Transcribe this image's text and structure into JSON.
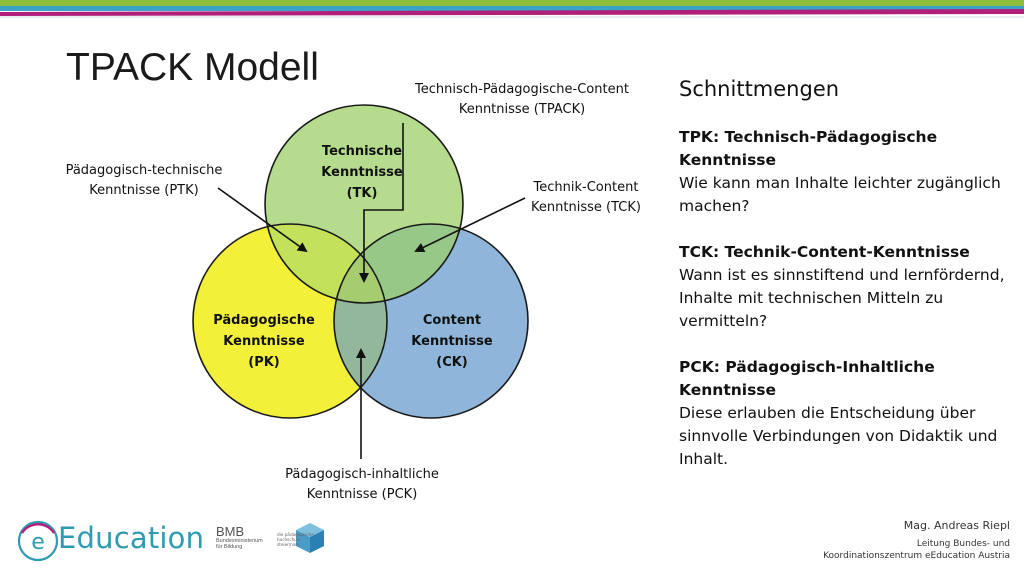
{
  "slide": {
    "title": "TPACK Modell"
  },
  "diagram": {
    "circles": [
      {
        "id": "tk",
        "lines": [
          "Technische",
          "Kenntnisse",
          "(TK)"
        ],
        "color": "#b5dc8c"
      },
      {
        "id": "pk",
        "lines": [
          "Pädagogische",
          "Kenntnisse",
          "(PK)"
        ],
        "color": "#f3f03a"
      },
      {
        "id": "ck",
        "lines": [
          "Content",
          "Kenntnisse",
          "(CK)"
        ],
        "color": "#8fb5da"
      }
    ],
    "labels": {
      "tpack": [
        "Technisch-Pädagogische-Content",
        "Kenntnisse (TPACK)"
      ],
      "ptk": [
        "Pädagogisch-technische",
        "Kenntnisse (PTK)"
      ],
      "tck": [
        "Technik-Content",
        "Kenntnisse (TCK)"
      ],
      "pck": [
        "Pädagogisch-inhaltliche",
        "Kenntnisse (PCK)"
      ]
    }
  },
  "sidebar": {
    "heading": "Schnittmengen",
    "items": [
      {
        "head": "TPK: Technisch-Pädagogische Kenntnisse",
        "lines": [
          "Wie kann man Inhalte leichter zugänglich",
          "machen?"
        ]
      },
      {
        "head": "TCK: Technik-Content-Kenntnisse",
        "lines": [
          "Wann ist es sinnstiftend und lernfördernd,",
          "Inhalte mit technischen Mitteln zu",
          "vermitteln?"
        ]
      },
      {
        "head": "PCK: Pädagogisch-Inhaltliche Kenntnisse",
        "lines": [
          "Diese erlauben die Entscheidung über",
          "sinnvolle Verbindungen von Didaktik und",
          "Inhalt."
        ]
      }
    ]
  },
  "footer": {
    "logo_letter": "e",
    "logo_word": "Education",
    "bmb_abbr": "BMB",
    "bmb_sub": [
      "Bundesministerium",
      "für Bildung"
    ],
    "cube_text": [
      "die pädagogische",
      "hochschule",
      "steiermark"
    ],
    "author_name": "Mag. Andreas Riepl",
    "author_role": [
      "Leitung Bundes- und",
      "Koordinationszentrum eEducation Austria"
    ]
  },
  "colors": {
    "stripe_green": "#8dbd3a",
    "stripe_blue": "#3aa3c6",
    "stripe_magenta": "#b0207a",
    "edu_teal": "#2f9bb0"
  }
}
